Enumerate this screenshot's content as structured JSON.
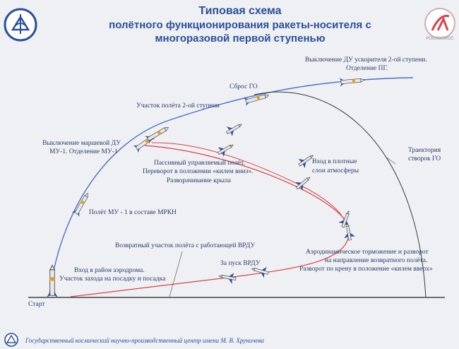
{
  "title": {
    "line1": "Типовая схема",
    "line2": "полётного функционирования ракеты-носителя с",
    "line3": "многоразовой первой ступенью"
  },
  "logo_right_text": "РОСКОСМОС",
  "labels": {
    "shutdown_booster": "Выключение ДУ ускорителя 2-ой ступени.",
    "separation_pg": "Отделение ПГ.",
    "fairing_drop": "Сброс ГО",
    "stage2_flight": "Участок полёта 2-ой ступени",
    "mu_shutdown_1": "Выключение маршевой ДУ",
    "mu_shutdown_2": "МУ-1. Отделение МУ-1",
    "fairing_trajectory_1": "Траектория",
    "fairing_trajectory_2": "створок ГО",
    "passive_1": "Пассивный управляемый полёт.",
    "passive_2": "Переворот в положении «килем вниз».",
    "passive_3": "Разворачивание крыла",
    "dense_1": "Вход в плотные",
    "dense_2": "слои атмосферы",
    "mkrn": "Полёт МУ - 1 в составе МРКН",
    "return_vrdu": "Возвратный участок полёта с работающей ВРДУ",
    "aero_1": "Аэродинамическое торможение и разворот",
    "aero_2": "на направление возвратного полёта.",
    "aero_3": "Разворот по крену в положение «килем вверх»",
    "vrdu_start": "За пуск ВРДУ",
    "airfield_1": "Вход в район аэродрома.",
    "airfield_2": "Участок захода на посадку и посадка",
    "start": "Старт"
  },
  "footer": "Государственный космический научно-производственный центр имени М. В. Хруничева",
  "colors": {
    "title": "#2a4f9c",
    "ascent": "#4a6fc8",
    "return": "#d9424a",
    "fairing": "#3a3a3a",
    "rocket_body": "#e8e8ea",
    "rocket_accent": "#e0a020"
  }
}
